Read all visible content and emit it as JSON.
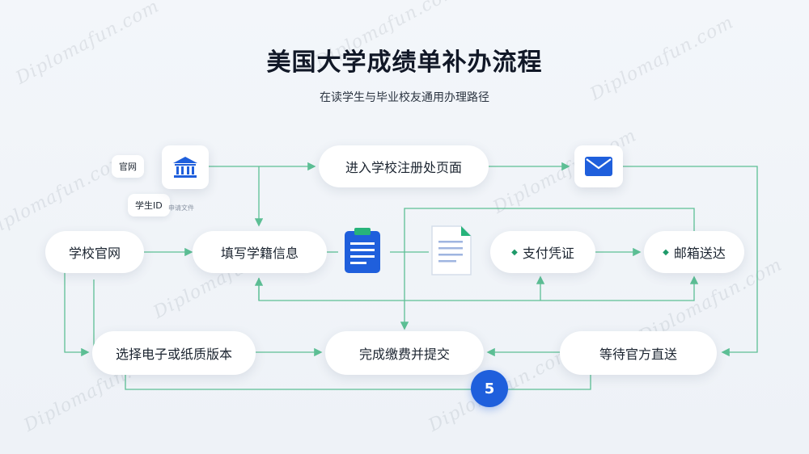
{
  "header": {
    "title": "美国大学成绩单补办流程",
    "subtitle": "在读学生与毕业校友通用办理路径"
  },
  "tags": {
    "official_site": "官网",
    "student_id": "学生ID",
    "note": "申请文件"
  },
  "nodes": {
    "school_site": "学校官网",
    "fill_info": "填写学籍信息",
    "registrar_page": "进入学校注册处页面",
    "payment_proof": "支付凭证",
    "mail_delivery": "邮箱送达",
    "choose_version": "选择电子或纸质版本",
    "complete_payment": "完成缴费并提交",
    "wait_official": "等待官方直送"
  },
  "badge": {
    "number": "5"
  },
  "colors": {
    "line": "#5dbf95",
    "accent": "#1f5fdc",
    "dot": "#1f9a6a"
  },
  "watermark": "Diplomafun.com"
}
